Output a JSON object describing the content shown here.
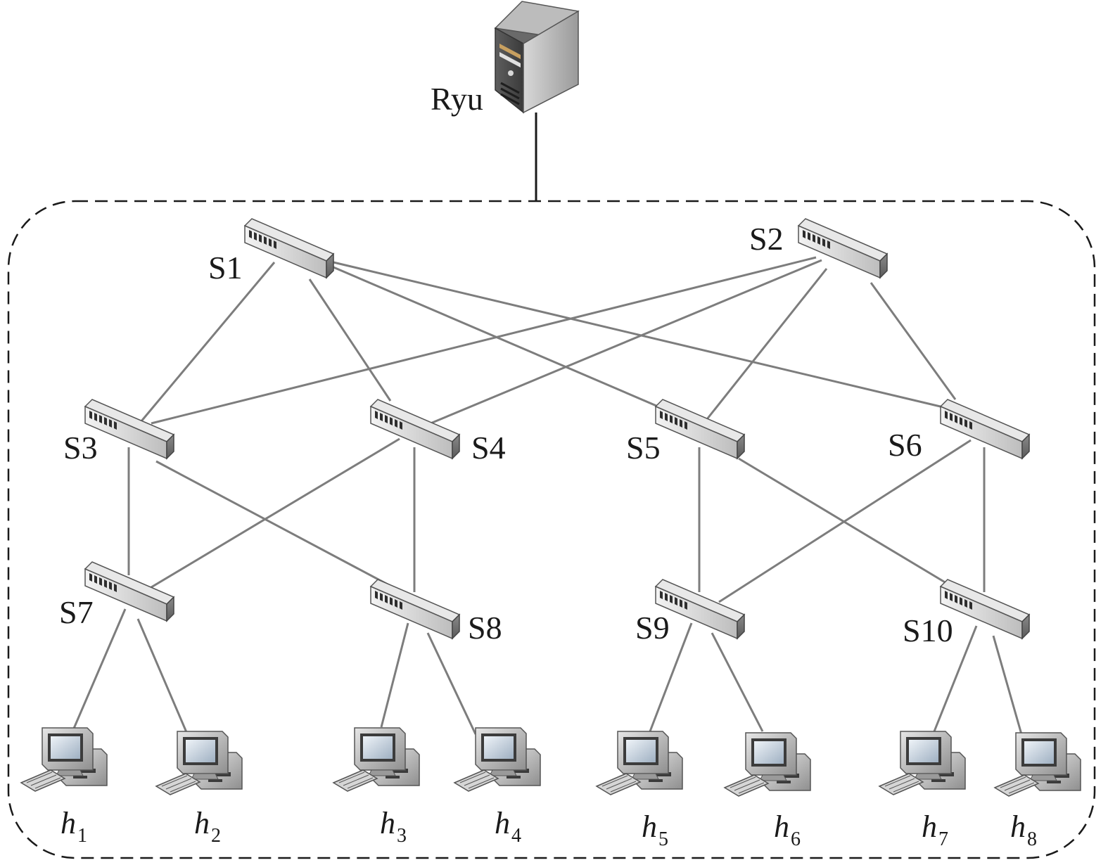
{
  "controller": {
    "label": "Ryu",
    "icon": "server-icon"
  },
  "switches": [
    {
      "id": "s1",
      "label": "S1"
    },
    {
      "id": "s2",
      "label": "S2"
    },
    {
      "id": "s3",
      "label": "S3"
    },
    {
      "id": "s4",
      "label": "S4"
    },
    {
      "id": "s5",
      "label": "S5"
    },
    {
      "id": "s6",
      "label": "S6"
    },
    {
      "id": "s7",
      "label": "S7"
    },
    {
      "id": "s8",
      "label": "S8"
    },
    {
      "id": "s9",
      "label": "S9"
    },
    {
      "id": "s10",
      "label": "S10"
    }
  ],
  "hosts": [
    {
      "id": "h1",
      "base": "h",
      "sub": "1"
    },
    {
      "id": "h2",
      "base": "h",
      "sub": "2"
    },
    {
      "id": "h3",
      "base": "h",
      "sub": "3"
    },
    {
      "id": "h4",
      "base": "h",
      "sub": "4"
    },
    {
      "id": "h5",
      "base": "h",
      "sub": "5"
    },
    {
      "id": "h6",
      "base": "h",
      "sub": "6"
    },
    {
      "id": "h7",
      "base": "h",
      "sub": "7"
    },
    {
      "id": "h8",
      "base": "h",
      "sub": "8"
    }
  ],
  "links": [
    [
      "s1",
      "s3"
    ],
    [
      "s1",
      "s4"
    ],
    [
      "s1",
      "s5"
    ],
    [
      "s1",
      "s6"
    ],
    [
      "s2",
      "s3"
    ],
    [
      "s2",
      "s4"
    ],
    [
      "s2",
      "s5"
    ],
    [
      "s2",
      "s6"
    ],
    [
      "s3",
      "s7"
    ],
    [
      "s3",
      "s8"
    ],
    [
      "s4",
      "s7"
    ],
    [
      "s4",
      "s8"
    ],
    [
      "s5",
      "s9"
    ],
    [
      "s5",
      "s10"
    ],
    [
      "s6",
      "s9"
    ],
    [
      "s6",
      "s10"
    ],
    [
      "s7",
      "h1"
    ],
    [
      "s7",
      "h2"
    ],
    [
      "s8",
      "h3"
    ],
    [
      "s8",
      "h4"
    ],
    [
      "s9",
      "h5"
    ],
    [
      "s9",
      "h6"
    ],
    [
      "s10",
      "h7"
    ],
    [
      "s10",
      "h8"
    ]
  ],
  "icons": {
    "switch": "network-switch-icon",
    "host": "desktop-computer-icon"
  },
  "colors": {
    "link": "#7d7d7d",
    "outline": "#1a1a1a"
  }
}
